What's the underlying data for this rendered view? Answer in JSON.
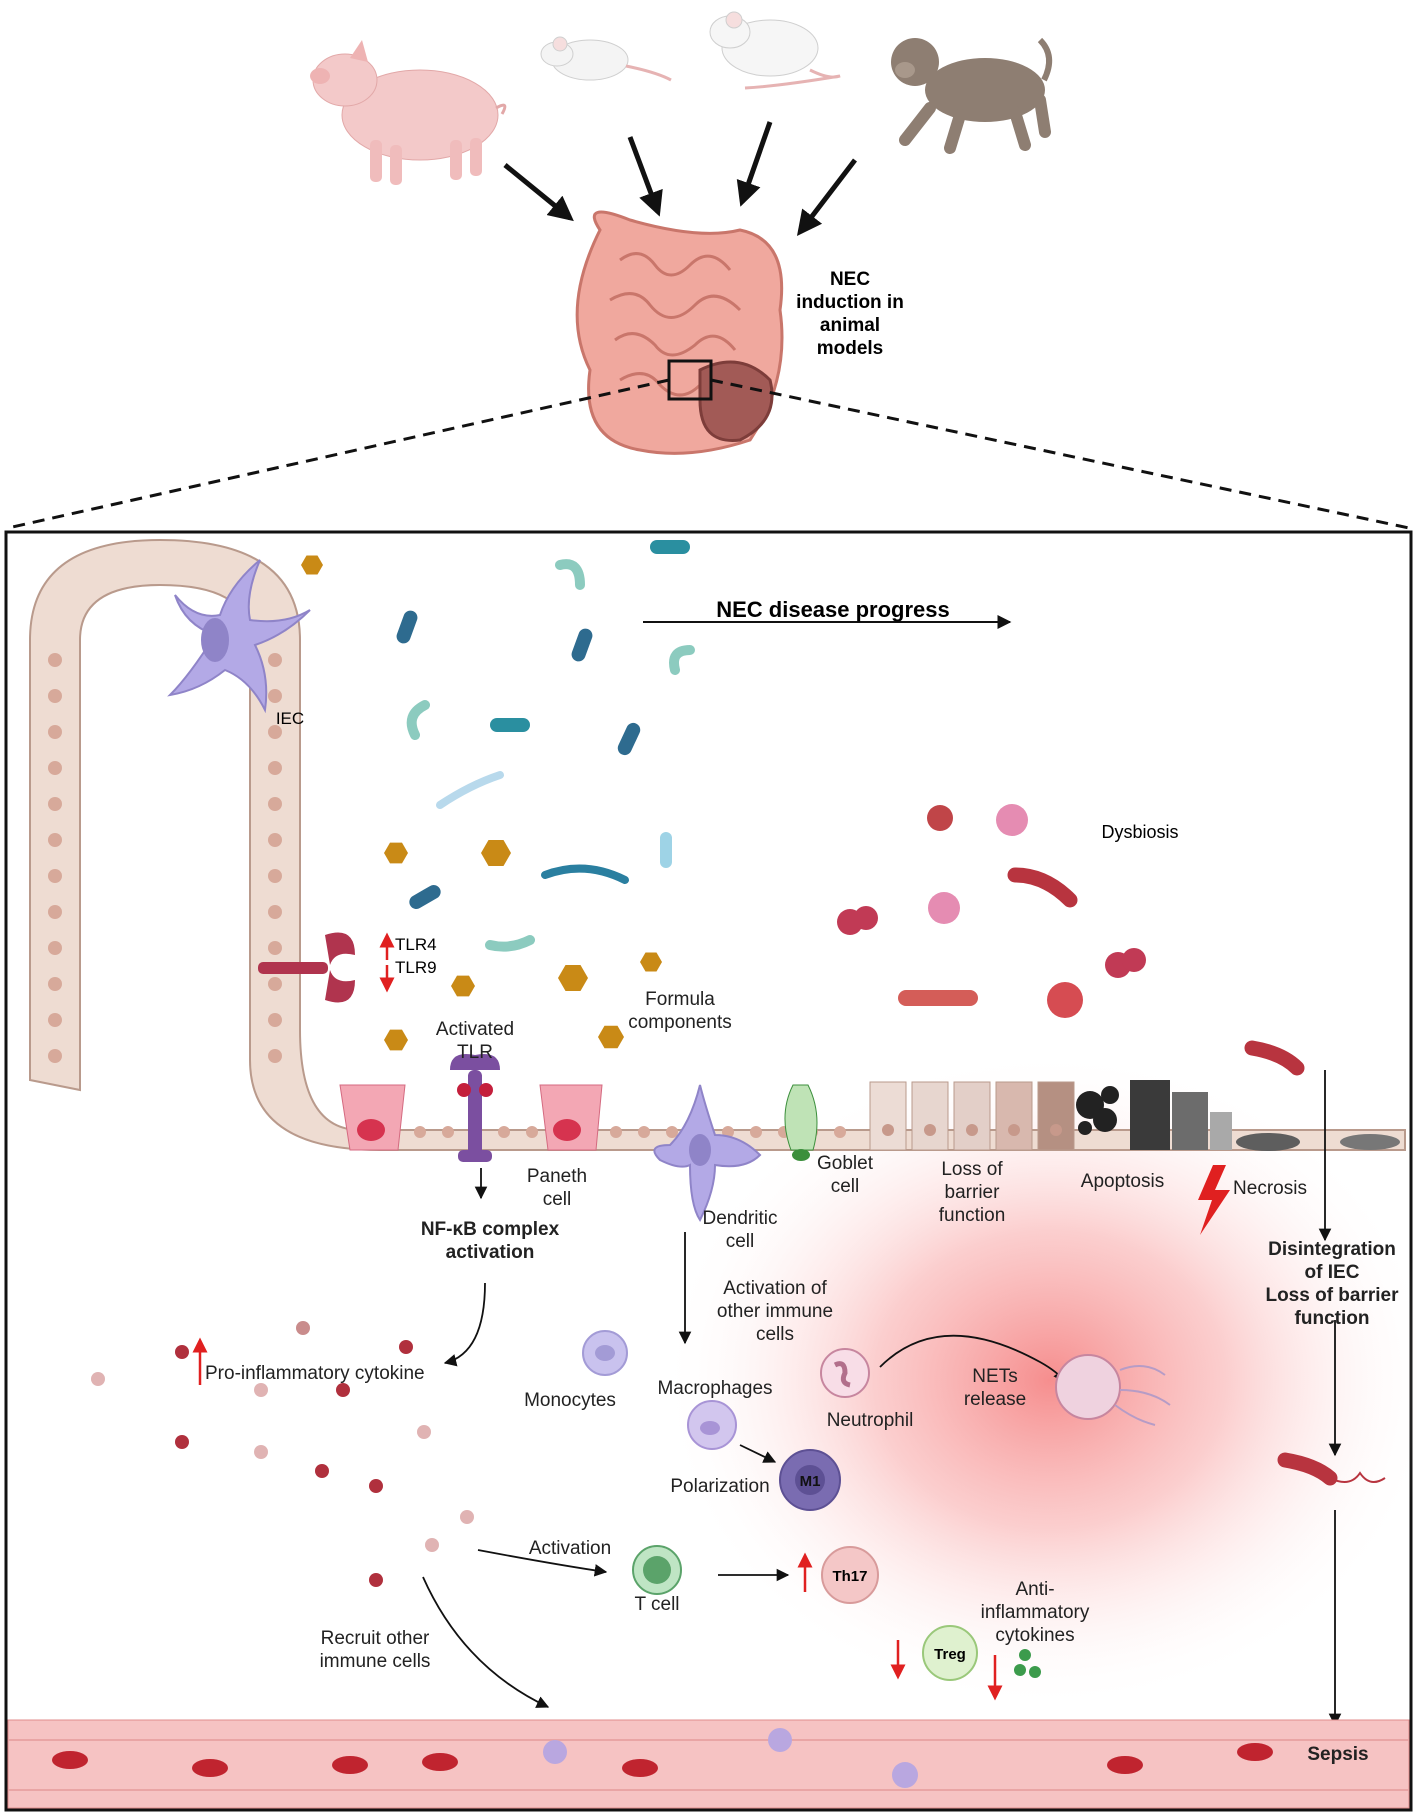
{
  "header": {
    "title_lines": [
      "NEC",
      "induction in",
      "animal",
      "models"
    ]
  },
  "labels": {
    "iec": "IEC",
    "nec_progress": "NEC disease progress",
    "dysbiosis": "Dysbiosis",
    "tlr4": "TLR4",
    "tlr9": "TLR9",
    "activated_tlr": [
      "Activated",
      "TLR"
    ],
    "formula": [
      "Formula",
      "components"
    ],
    "paneth": [
      "Paneth",
      "cell"
    ],
    "goblet": [
      "Goblet",
      "cell"
    ],
    "loss_barrier": [
      "Loss of",
      "barrier",
      "function"
    ],
    "apoptosis": "Apoptosis",
    "necrosis": "Necrosis",
    "nfkb": [
      "NF-κB complex",
      "activation"
    ],
    "dendritic": [
      "Dendritic",
      "cell"
    ],
    "disintegration": [
      "Disintegration",
      "of IEC",
      "Loss of barrier",
      "function"
    ],
    "activation_other": [
      "Activation of",
      "other immune",
      "cells"
    ],
    "pro_inflammatory": "Pro-inflammatory cytokine",
    "monocytes": "Monocytes",
    "macrophages": "Macrophages",
    "neutrophil": "Neutrophil",
    "nets": [
      "NETs",
      "release"
    ],
    "polarization": "Polarization",
    "m1": "M1",
    "activation": "Activation",
    "t_cell": "T cell",
    "th17": "Th17",
    "recruit": [
      "Recruit other",
      "immune cells"
    ],
    "anti_inflammatory": [
      "Anti-",
      "inflammatory",
      "cytokines"
    ],
    "treg": "Treg",
    "sepsis": "Sepsis"
  },
  "colors": {
    "epithelium": "#eedcd2",
    "epithelium_stroke": "#b99a8c",
    "nucleus": "#d7a99a",
    "inflammation": "#f47a7a",
    "up_arrow": "#e02020",
    "formula_hex": "#c98a16",
    "vessel": "#f6c3c3",
    "rbc": "#c0242f",
    "tlr": "#b0344e",
    "activated_tlr": "#7b4fa0"
  },
  "icons": [
    "pig-icon",
    "mouse-icon",
    "rat-icon",
    "monkey-icon",
    "intestine-icon",
    "bacteria-icon",
    "dendritic-cell-icon",
    "tlr-receptor-icon",
    "lightning-icon"
  ]
}
